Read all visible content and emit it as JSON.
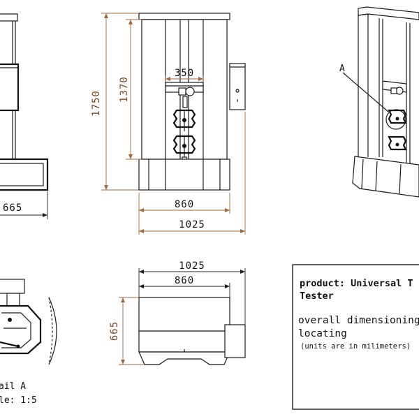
{
  "drawing": {
    "dimensions": {
      "side_view_width": "665",
      "front_height_total": "1750",
      "front_height_column": "1370",
      "front_crosshead_width": "350",
      "front_base_width": "860",
      "front_total_width": "1025",
      "top_total_width": "1025",
      "top_inner_width": "860",
      "top_depth": "665"
    },
    "detail_marker": "A",
    "detail_caption_line1": "ail A",
    "detail_caption_line2": "le:  1:5"
  },
  "title_block": {
    "product_line1": "product: Universal T",
    "product_line2": "Tester",
    "description_line1": "overall dimensioning",
    "description_line2": "locating",
    "units_note": "(units are in milimeters)"
  },
  "colors": {
    "dimension_brown": "#9a6a45",
    "line_black": "#1a1a1a",
    "background": "#ffffff"
  }
}
